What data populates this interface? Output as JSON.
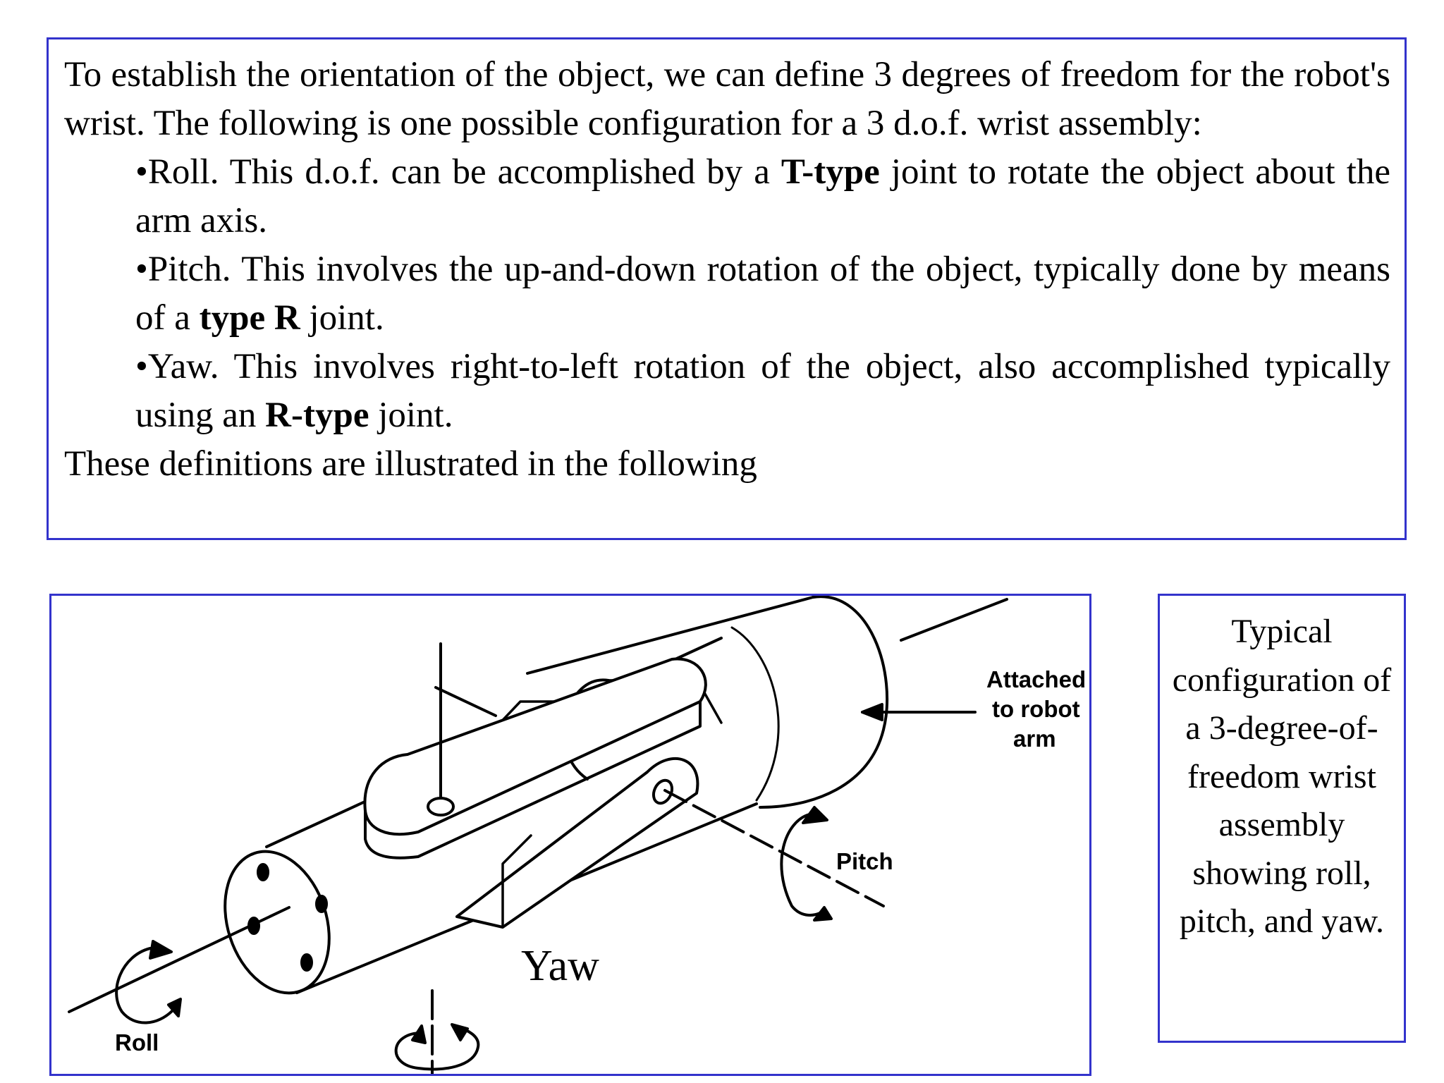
{
  "intro": {
    "p1": "To establish the orientation of the object, we can define 3 degrees of freedom for the robot's wrist. The following is one possible configuration for a 3 d.o.f. wrist assembly:",
    "roll": {
      "pre": "•Roll. This d.o.f. can be accomplished by a ",
      "bold": "T-type",
      "post": " joint to rotate the object about the arm axis."
    },
    "pitch": {
      "pre": "•Pitch. This involves the up-and-down rotation of the object, typically done by means of a ",
      "bold": "type R",
      "post": " joint."
    },
    "yaw": {
      "pre": "•Yaw. This involves right-to-left rotation of the object, also accomplished typically using an ",
      "bold": "R-type",
      "post": " joint."
    },
    "closing": "These definitions are illustrated in the following"
  },
  "diagram": {
    "label_attached_1": "Attached",
    "label_attached_2": "to robot",
    "label_attached_3": "arm",
    "label_pitch": "Pitch",
    "label_roll": "Roll",
    "label_yaw": "Yaw"
  },
  "caption": "Typical configuration of a 3-degree-of-freedom wrist assembly showing roll, pitch, and yaw.",
  "colors": {
    "border": "#3333cc"
  }
}
